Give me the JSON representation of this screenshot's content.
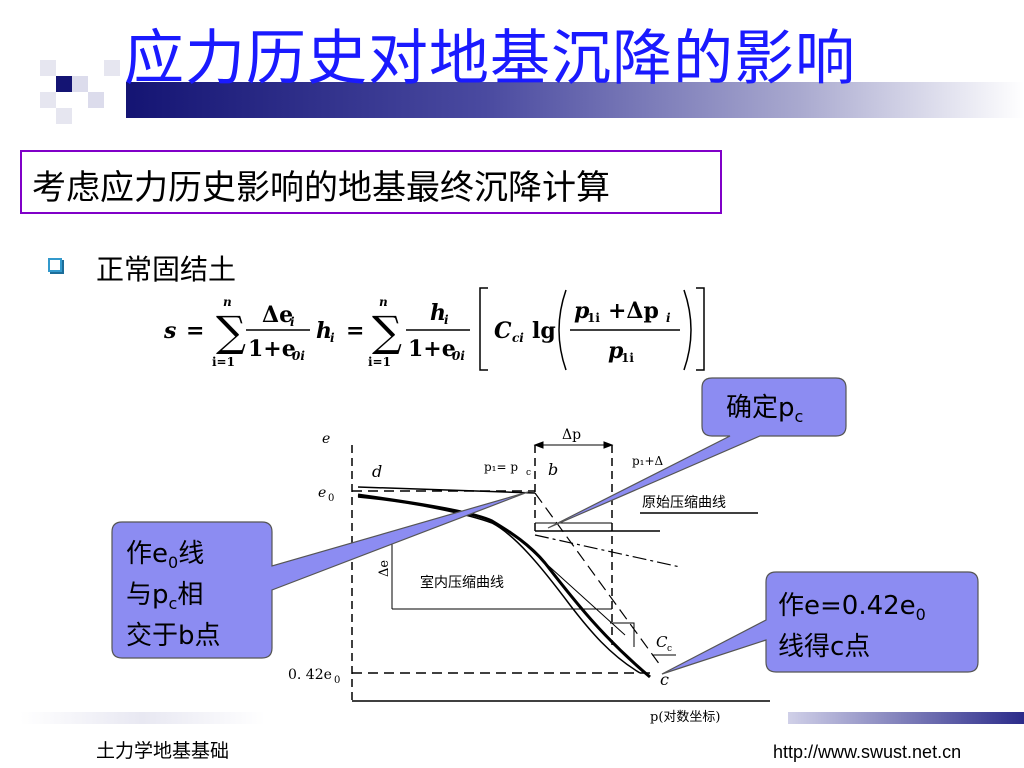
{
  "title": "应力历史对地基沉降的影响",
  "subtitle": "考虑应力历史影响的地基最终沉降计算",
  "bullet": "正常固结土",
  "formula": {
    "s": "s",
    "eq": "=",
    "sum_top": "n",
    "sum_bottom": "i=1",
    "num1": "Δe",
    "num1_sub": "i",
    "den1": "1+e",
    "den1_sub": "0i",
    "h": "h",
    "h_sub": "i",
    "num2": "h",
    "num2_sub": "i",
    "den2": "1+e",
    "den2_sub": "0i",
    "C": "C",
    "C_sub": "ci",
    "lg": "lg",
    "frac_num": "p",
    "frac_num_sub": "1i",
    "frac_plus": "+Δp",
    "frac_plus_sub": "i",
    "frac_den": "p",
    "frac_den_sub": "1i"
  },
  "callouts": {
    "pc": {
      "text": "确定p",
      "sub": "c"
    },
    "b": {
      "line1a": "作e",
      "line1sub": "0",
      "line1b": "线",
      "line2a": "与p",
      "line2sub": "c",
      "line2b": "相",
      "line3": "交于b点"
    },
    "c": {
      "line1a": "作e=0.42e",
      "line1sub": "0",
      "line2": "线得c点"
    }
  },
  "diagram": {
    "axis_e": "e",
    "e0": "e",
    "e0_sub": "0",
    "e042": "0. 42e",
    "e042_sub": "0",
    "d": "d",
    "b": "b",
    "c": "c",
    "p1pc": "p₁= p",
    "p1pc_sub": "c",
    "p1dp": "p₁+Δ",
    "dp": "Δp",
    "de": "Δe",
    "orig_curve": "原始压缩曲线",
    "lab_curve": "室内压缩曲线",
    "Cc": "C",
    "Cc_sub": "c",
    "xaxis": "p(对数坐标)"
  },
  "footer": {
    "left": "土力学地基基础",
    "right": "http://www.swust.net.cn"
  },
  "colors": {
    "title": "#1a1aff",
    "callout_fill": "#8c8cf2",
    "box_border": "#8000c8",
    "bullet": "#3399cc"
  }
}
